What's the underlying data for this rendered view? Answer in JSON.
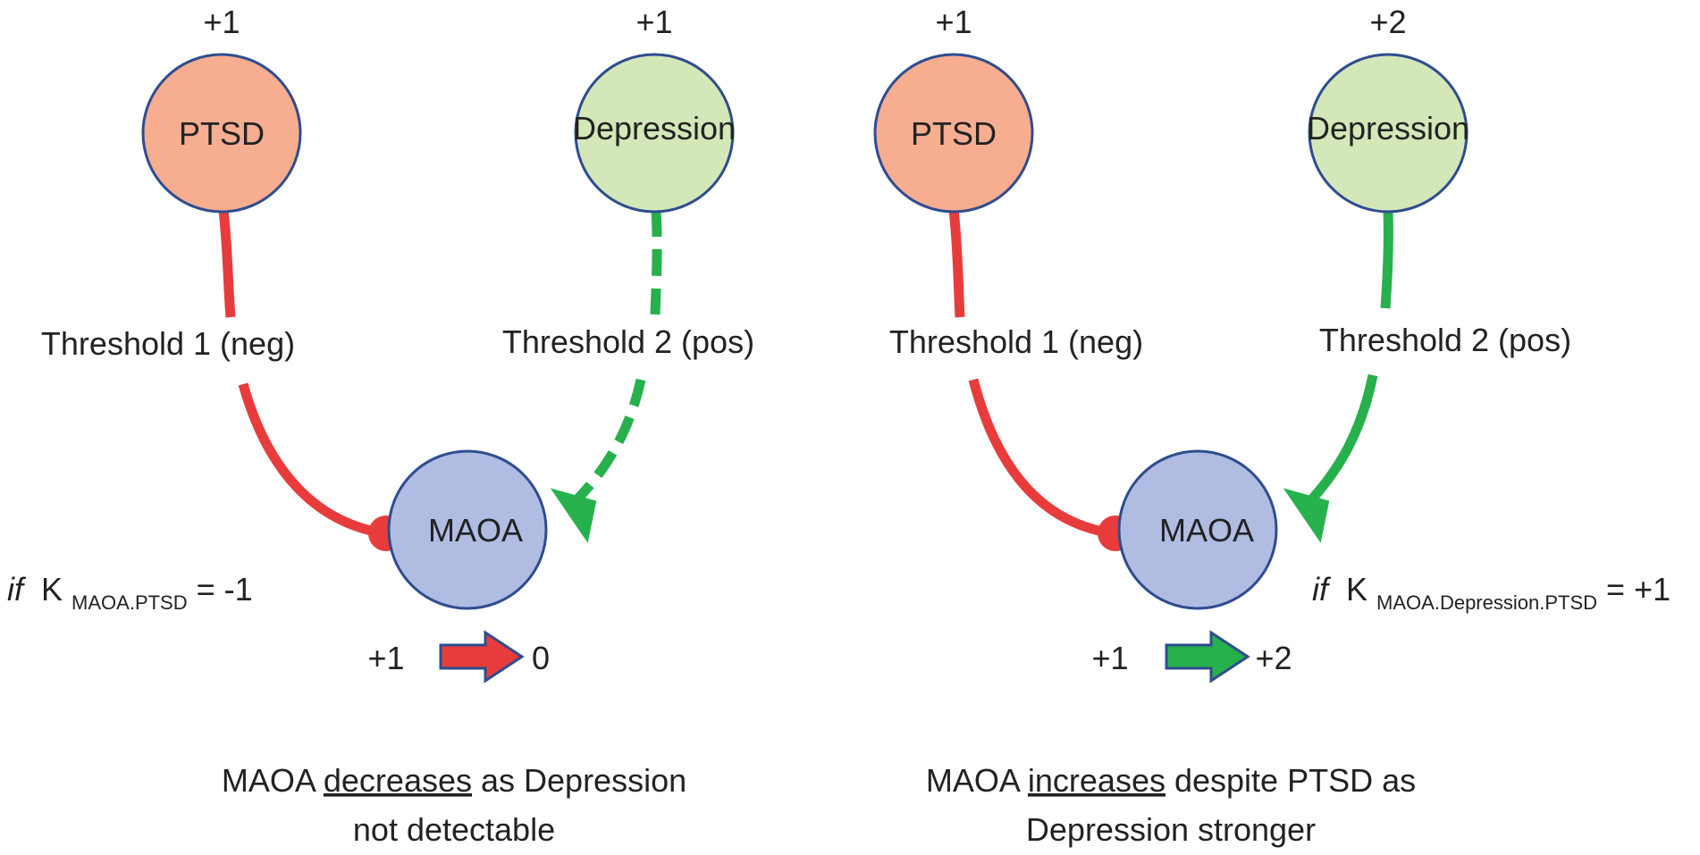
{
  "colors": {
    "ptsd_fill": "#f7ad90",
    "depression_fill": "#d3e7b8",
    "maoa_fill": "#b0bce2",
    "node_stroke": "#2e4d8f",
    "neg_edge": "#e83c3c",
    "pos_edge": "#26b14c"
  },
  "panels": [
    {
      "ptsd": {
        "label": "PTSD",
        "value": "+1"
      },
      "depression": {
        "label": "Depression",
        "value": "+1"
      },
      "maoa": {
        "label": "MAOA"
      },
      "edge_neg": {
        "label": "Threshold 1 (neg)",
        "style": "solid"
      },
      "edge_pos": {
        "label": "Threshold 2 (pos)",
        "style": "dashed"
      },
      "condition": {
        "prefix": "if",
        "k": "K",
        "subscript": "MAOA.PTSD",
        "value": " = -1"
      },
      "change": {
        "from": "+1",
        "to": "0",
        "arrow_color": "#e83c3c"
      },
      "caption": {
        "line1_a": "MAOA ",
        "line1_underlined": "decreases",
        "line1_b": " as Depression",
        "line2": "not detectable"
      }
    },
    {
      "ptsd": {
        "label": "PTSD",
        "value": "+1"
      },
      "depression": {
        "label": "Depression",
        "value": "+2"
      },
      "maoa": {
        "label": "MAOA"
      },
      "edge_neg": {
        "label": "Threshold 1 (neg)",
        "style": "solid"
      },
      "edge_pos": {
        "label": "Threshold 2 (pos)",
        "style": "solid"
      },
      "condition": {
        "prefix": "if",
        "k": "K",
        "subscript": "MAOA.Depression.PTSD",
        "value": "= +1"
      },
      "change": {
        "from": "+1",
        "to": "+2",
        "arrow_color": "#26b14c"
      },
      "caption": {
        "line1_a": "MAOA ",
        "line1_underlined": "increases",
        "line1_b": " despite PTSD as",
        "line2": "Depression stronger"
      }
    }
  ]
}
